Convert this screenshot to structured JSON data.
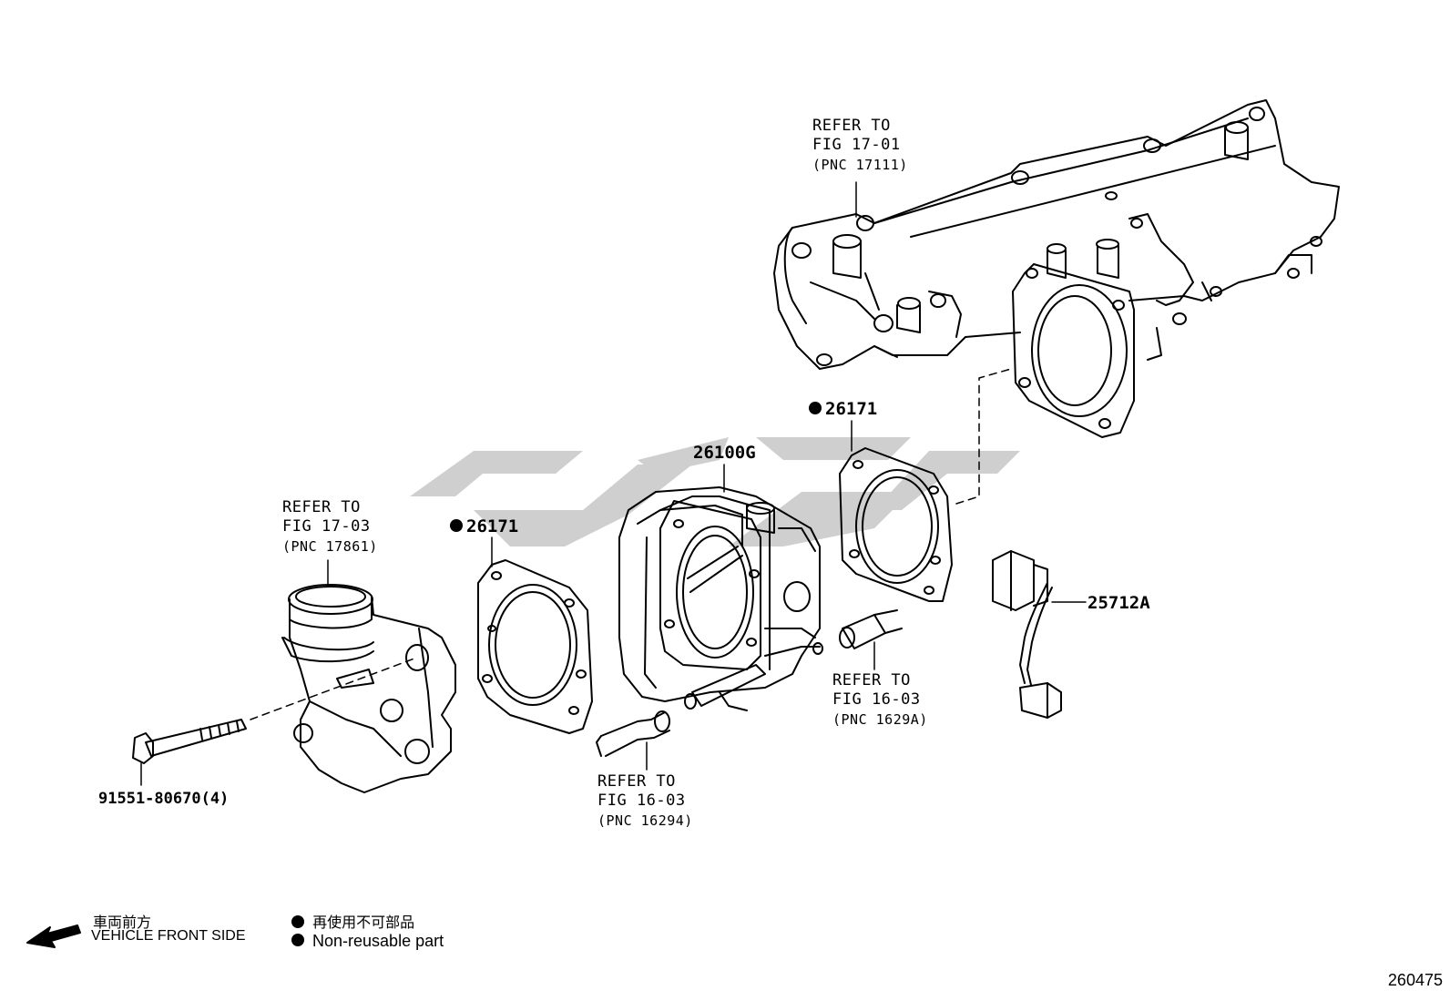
{
  "references": {
    "manifold": {
      "line1": "REFER TO",
      "line2": "FIG 17-01",
      "line3": "(PNC 17111)"
    },
    "elbow": {
      "line1": "REFER TO",
      "line2": "FIG 17-03",
      "line3": "(PNC 17861)"
    },
    "hose_lower": {
      "line1": "REFER TO",
      "line2": "FIG 16-03",
      "line3": "(PNC 16294)"
    },
    "hose_right": {
      "line1": "REFER TO",
      "line2": "FIG 16-03",
      "line3": "(PNC 1629A)"
    }
  },
  "parts": {
    "gasket_right": "26171",
    "gasket_left": "26171",
    "throttle_body": "26100G",
    "sensor": "25712A",
    "bolt": "91551-80670(4)"
  },
  "legend": {
    "front_jp": "車両前方",
    "front_en": "VEHICLE FRONT SIDE",
    "nonreusable_jp": "再使用不可部品",
    "nonreusable_en": "Non-reusable part"
  },
  "diagram_number": "260475",
  "colors": {
    "ink": "#000000",
    "watermark": "#cfcfcf"
  },
  "icons": {
    "arrow": "front-arrow-icon",
    "marker": "non-reusable-dot-icon"
  }
}
